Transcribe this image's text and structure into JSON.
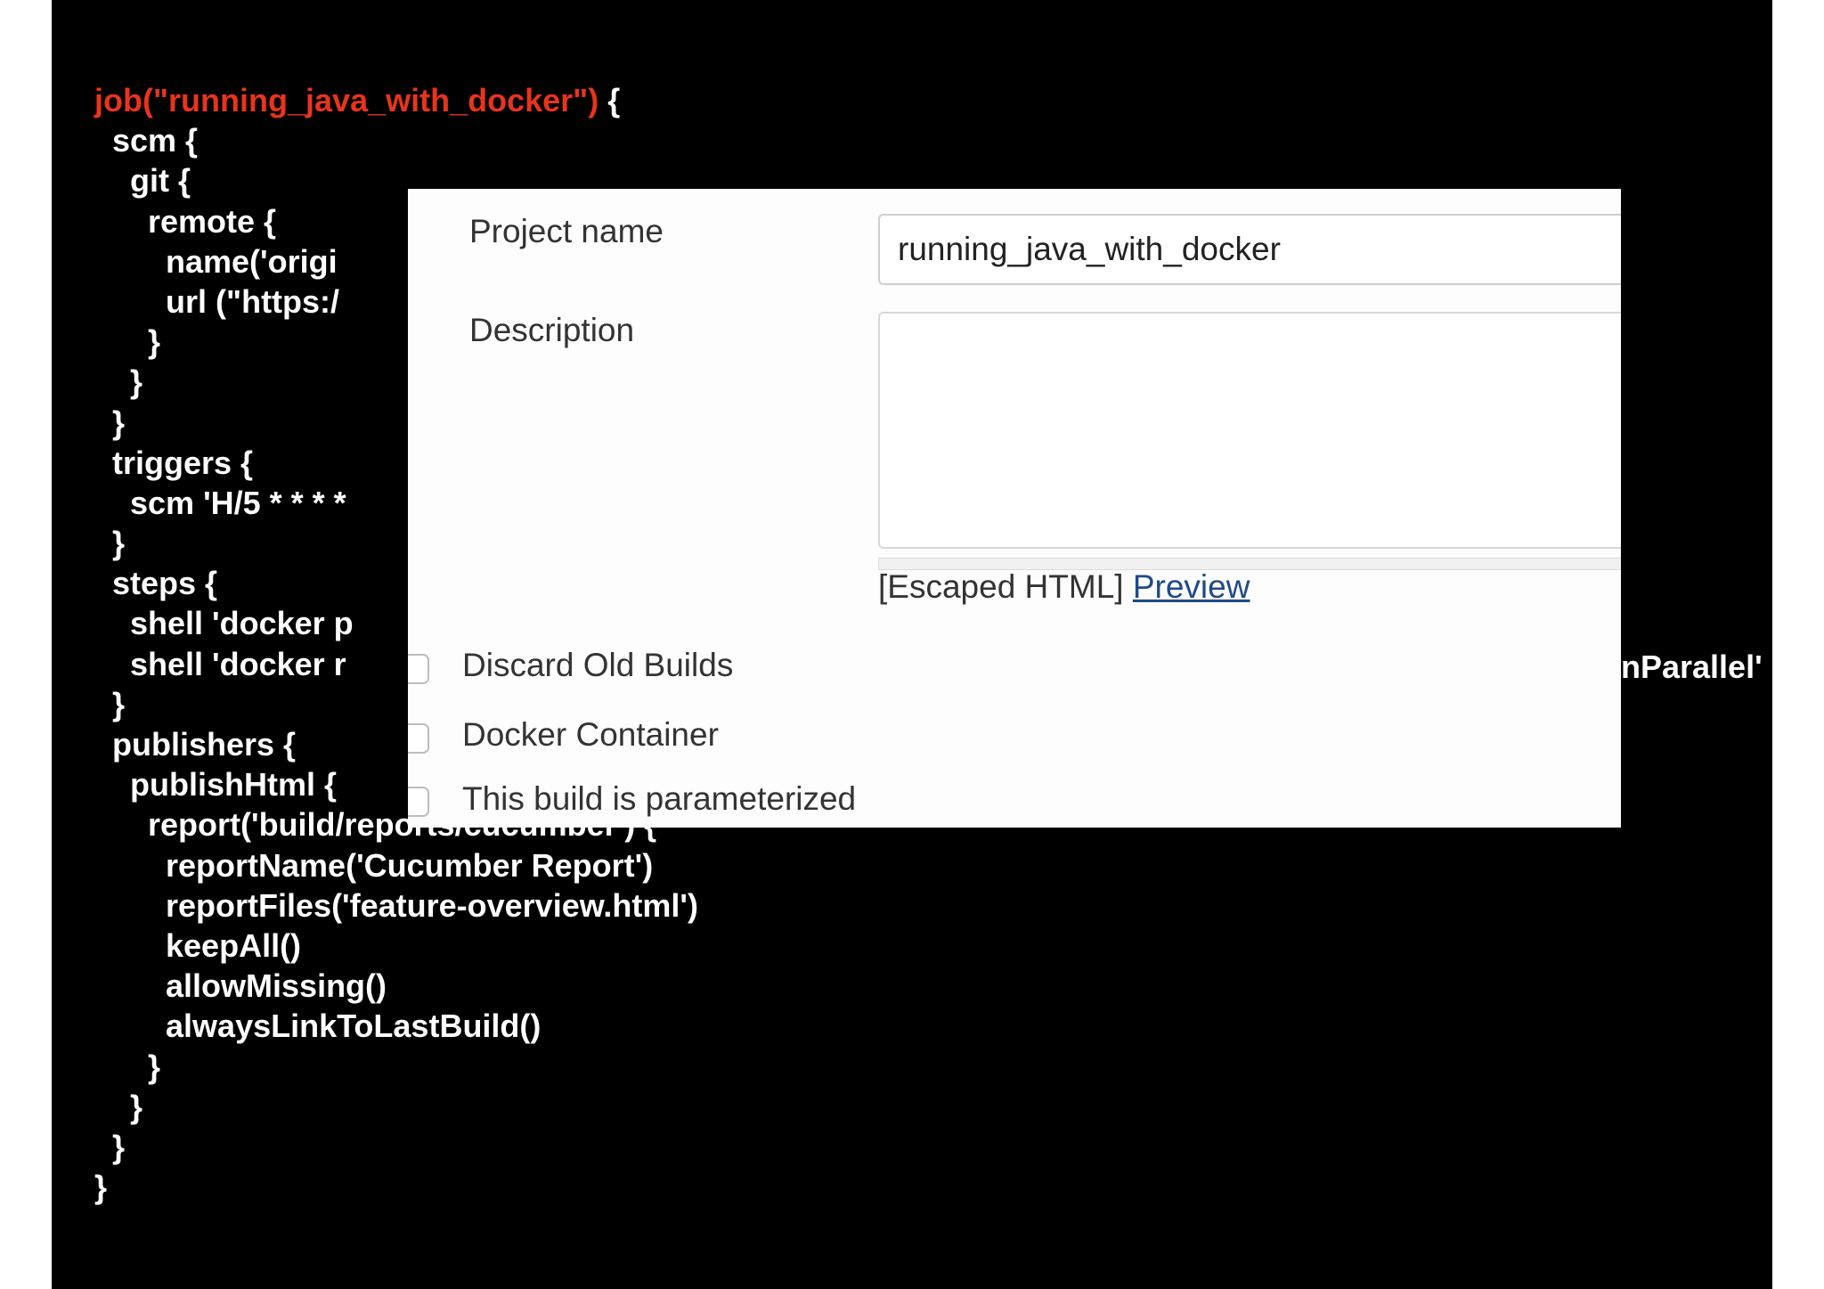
{
  "code_lines": [
    {
      "highlight": "job(\"running_java_with_docker\")",
      "text": " {"
    },
    {
      "highlight": "",
      "text": "  scm {"
    },
    {
      "highlight": "",
      "text": "    git {"
    },
    {
      "highlight": "",
      "text": "      remote {"
    },
    {
      "highlight": "",
      "text": "        name('origi"
    },
    {
      "highlight": "",
      "text": "        url (\"https:/"
    },
    {
      "highlight": "",
      "text": "      }"
    },
    {
      "highlight": "",
      "text": "    }"
    },
    {
      "highlight": "",
      "text": "  }"
    },
    {
      "highlight": "",
      "text": "  triggers {"
    },
    {
      "highlight": "",
      "text": "    scm 'H/5 * * * *"
    },
    {
      "highlight": "",
      "text": "  }"
    },
    {
      "highlight": "",
      "text": "  steps {"
    },
    {
      "highlight": "",
      "text": "    shell 'docker p"
    },
    {
      "highlight": "",
      "text": "    shell 'docker r"
    },
    {
      "highlight": "",
      "text": "  }"
    },
    {
      "highlight": "",
      "text": "  publishers {"
    },
    {
      "highlight": "",
      "text": "    publishHtml {"
    },
    {
      "highlight": "",
      "text": "      report('build/reports/cucumber') {"
    },
    {
      "highlight": "",
      "text": "        reportName('Cucumber Report')"
    },
    {
      "highlight": "",
      "text": "        reportFiles('feature-overview.html')"
    },
    {
      "highlight": "",
      "text": "        keepAll()"
    },
    {
      "highlight": "",
      "text": "        allowMissing()"
    },
    {
      "highlight": "",
      "text": "        alwaysLinkToLastBuild()"
    },
    {
      "highlight": "",
      "text": "      }"
    },
    {
      "highlight": "",
      "text": "    }"
    },
    {
      "highlight": "",
      "text": "  }"
    },
    {
      "highlight": "",
      "text": "}"
    }
  ],
  "code_overflow_text": "nParallel'",
  "form": {
    "project_name_label": "Project name",
    "project_name_value": "running_java_with_docker",
    "description_label": "Description",
    "description_value": "",
    "escaped_html": "[Escaped HTML]",
    "preview_link": "Preview",
    "options": [
      {
        "label": "Discard Old Builds",
        "checked": false
      },
      {
        "label": "Docker Container",
        "checked": false
      },
      {
        "label": "This build is parameterized",
        "checked": false
      }
    ]
  },
  "colors": {
    "slide_background": "#000000",
    "code_text": "#ffffff",
    "code_highlight": "#e8341c",
    "link": "#204a87"
  },
  "icons": {
    "checkbox": "checkbox-unchecked-icon"
  }
}
